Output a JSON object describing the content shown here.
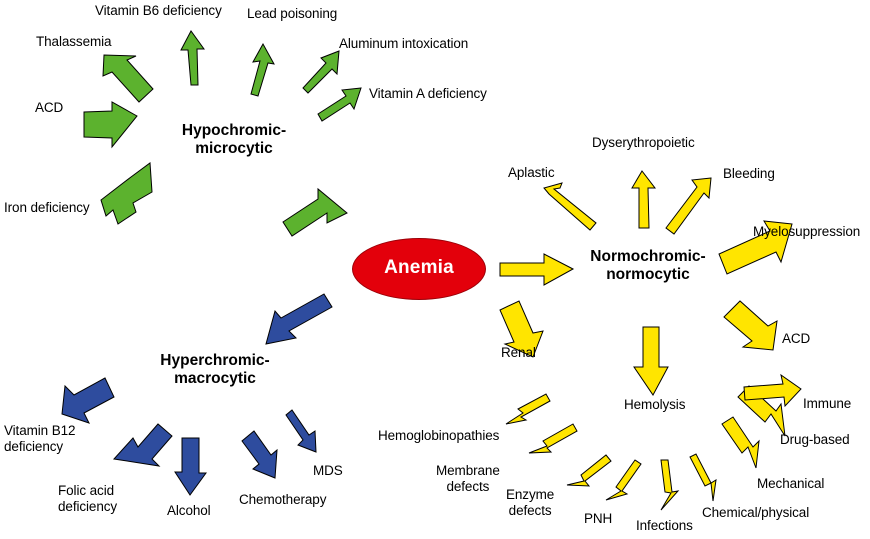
{
  "diagram": {
    "title": "Anemia classification diagram",
    "colors": {
      "center_fill": "#E3000B",
      "center_text": "#FFFFFF",
      "hypochromic_arrow": "#5CB22E",
      "normochromic_arrow": "#FFE500",
      "hyperchromic_arrow": "#2E4C9E",
      "arrow_outline": "#000000",
      "label_text": "#000000",
      "background": "#FFFFFF"
    },
    "center": {
      "label": "Anemia",
      "shape": "ellipse"
    },
    "branches": [
      {
        "id": "hypochromic-microcytic",
        "label": "Hypochromic-\nmicrocytic",
        "color": "#5CB22E",
        "causes": [
          {
            "label": "Iron deficiency"
          },
          {
            "label": "ACD"
          },
          {
            "label": "Thalassemia"
          },
          {
            "label": "Vitamin B6 deficiency"
          },
          {
            "label": "Lead poisoning"
          },
          {
            "label": "Aluminum intoxication"
          },
          {
            "label": "Vitamin A deficiency"
          }
        ]
      },
      {
        "id": "normochromic-normocytic",
        "label": "Normochromic-\nnormocytic",
        "color": "#FFE500",
        "causes": [
          {
            "label": "Aplastic"
          },
          {
            "label": "Dyserythropoietic"
          },
          {
            "label": "Bleeding"
          },
          {
            "label": "Myelosuppression"
          },
          {
            "label": "ACD"
          },
          {
            "label": "Renal"
          },
          {
            "label": "Hemolysis"
          }
        ],
        "sub_branch": {
          "id": "hemolysis",
          "label": "Hemolysis",
          "causes": [
            {
              "label": "Hemoglobinopathies"
            },
            {
              "label": "Membrane\ndefects"
            },
            {
              "label": "Enzyme\ndefects"
            },
            {
              "label": "PNH"
            },
            {
              "label": "Infections"
            },
            {
              "label": "Chemical/physical"
            },
            {
              "label": "Mechanical"
            },
            {
              "label": "Drug-based"
            },
            {
              "label": "Immune"
            }
          ]
        }
      },
      {
        "id": "hyperchromic-macrocytic",
        "label": "Hyperchromic-\nmacrocytic",
        "color": "#2E4C9E",
        "causes": [
          {
            "label": "Vitamin B12\ndeficiency"
          },
          {
            "label": "Folic acid\ndeficiency"
          },
          {
            "label": "Alcohol"
          },
          {
            "label": "Chemotherapy"
          },
          {
            "label": "MDS"
          }
        ]
      }
    ]
  }
}
